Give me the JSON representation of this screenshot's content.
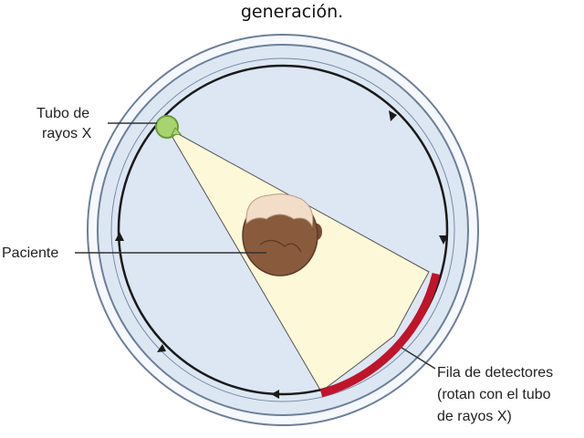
{
  "header": {
    "title": "generación."
  },
  "labels": {
    "tube_line1": "Tubo de",
    "tube_line2": "rayos X",
    "patient": "Paciente",
    "detector_line1": "Fila de detectores",
    "detector_line2": "(rotan con el tubo",
    "detector_line3": "de rayos X)"
  },
  "colors": {
    "gantry_fill": "#dce7f3",
    "gantry_outline": "#6d7f99",
    "orbit": "#1a1a1a",
    "beam": "#fdf8d8",
    "tube": "#a8d46f",
    "detector": "#c0142b",
    "head": "#8a5a3c",
    "hair": "#f1ddc8"
  }
}
